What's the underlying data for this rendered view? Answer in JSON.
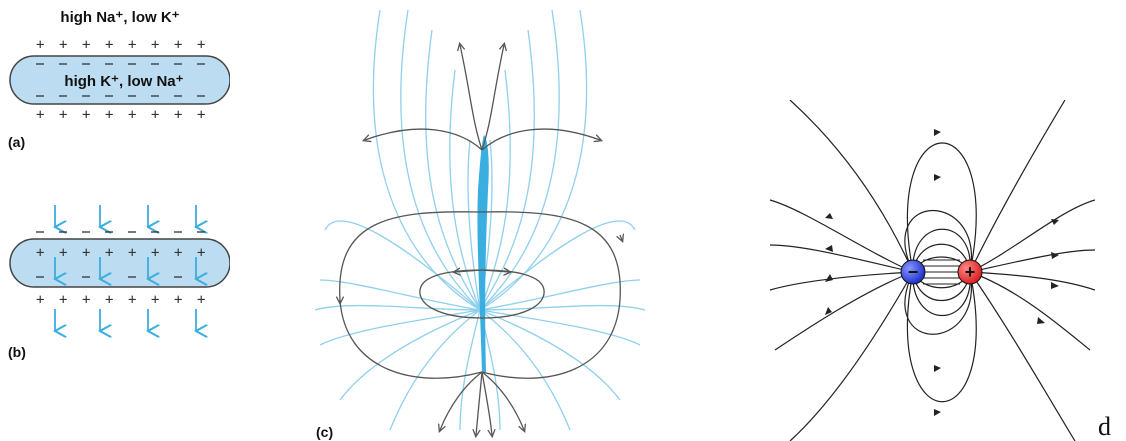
{
  "panel_a": {
    "outside_label": "high Na⁺, low K⁺",
    "inside_label": "high  K⁺, low Na⁺",
    "tag": "(a)"
  },
  "panel_b": {
    "tag": "(b)"
  },
  "panel_c": {
    "tag": "(c)"
  },
  "panel_d": {
    "tag": "d",
    "negative_charge": "−",
    "positive_charge": "+"
  },
  "colors": {
    "membrane_fill": "#bcdcf2",
    "current_blue": "#3aaee0",
    "field_line": "#8fd0ec",
    "isopotential": "#555555",
    "negative": "#2233cc",
    "positive": "#dd2222"
  }
}
